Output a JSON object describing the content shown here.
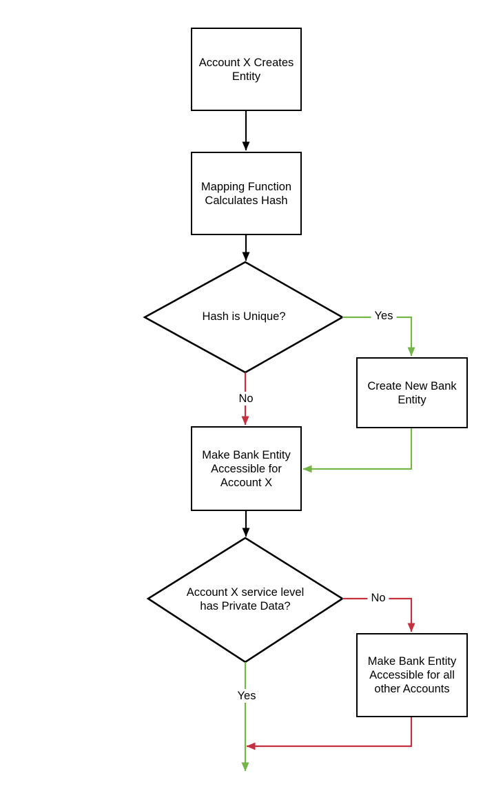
{
  "colors": {
    "yes_branch": "#74B547",
    "no_branch": "#C4303E",
    "shape_stroke": "#000000",
    "background": "#FFFFFF"
  },
  "nodes": {
    "account_creates": {
      "type": "process",
      "lines": [
        "Account X Creates",
        "Entity"
      ]
    },
    "mapping_hash": {
      "type": "process",
      "lines": [
        "Mapping Function",
        "Calculates Hash"
      ]
    },
    "hash_unique": {
      "type": "decision",
      "lines": [
        "Hash is Unique?"
      ]
    },
    "create_bank": {
      "type": "process",
      "lines": [
        "Create New Bank",
        "Entity"
      ]
    },
    "accessible_x": {
      "type": "process",
      "lines": [
        "Make Bank Entity",
        "Accessible for",
        "Account X"
      ]
    },
    "private_data": {
      "type": "decision",
      "lines": [
        "Account X service level",
        "has Private Data?"
      ]
    },
    "accessible_all": {
      "type": "process",
      "lines": [
        "Make Bank Entity",
        "Accessible for all",
        "other Accounts"
      ]
    }
  },
  "labels": {
    "yes1": "Yes",
    "no1": "No",
    "no2": "No",
    "yes2": "Yes"
  },
  "edges": [
    {
      "from": "account_creates",
      "to": "mapping_hash",
      "color": "black"
    },
    {
      "from": "mapping_hash",
      "to": "hash_unique",
      "color": "black"
    },
    {
      "from": "hash_unique",
      "to": "create_bank",
      "label": "Yes",
      "color": "green"
    },
    {
      "from": "hash_unique",
      "to": "accessible_x",
      "label": "No",
      "color": "red"
    },
    {
      "from": "create_bank",
      "to": "accessible_x",
      "color": "green"
    },
    {
      "from": "accessible_x",
      "to": "private_data",
      "color": "black"
    },
    {
      "from": "private_data",
      "to": "accessible_all",
      "label": "No",
      "color": "red"
    },
    {
      "from": "private_data",
      "to": "exit",
      "label": "Yes",
      "color": "green"
    },
    {
      "from": "accessible_all",
      "to": "exit",
      "color": "red"
    }
  ]
}
